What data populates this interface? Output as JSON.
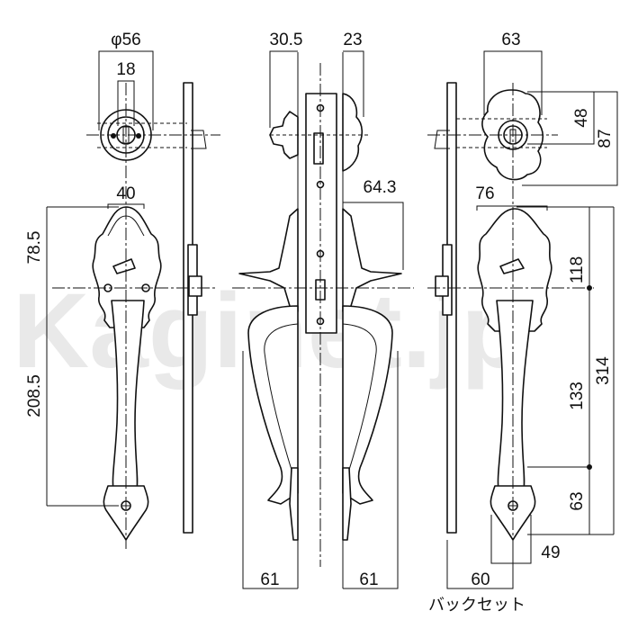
{
  "dimensions": {
    "diameter": "φ56",
    "cylinder_front": "18",
    "handle_top_width": "40",
    "top_to_spindle": "78.5",
    "spindle_to_bottom": "208.5",
    "side_projection": "30.5",
    "side_width": "23",
    "lever_projection": "64.3",
    "side_handle_depth_left": "61",
    "side_handle_depth_right": "61",
    "back_escutcheon_width": "63",
    "back_cylinder_height": "48",
    "back_escutcheon_height": "87",
    "back_handle_top_width": "76",
    "back_top_to_spindle": "118",
    "overall_length": "314",
    "spindle_to_lower_screw": "133",
    "lower_screw_to_bottom": "63",
    "bottom_width": "49",
    "backset": "60"
  },
  "backset_label": "バックセット",
  "watermark": "Kaginet.jp"
}
